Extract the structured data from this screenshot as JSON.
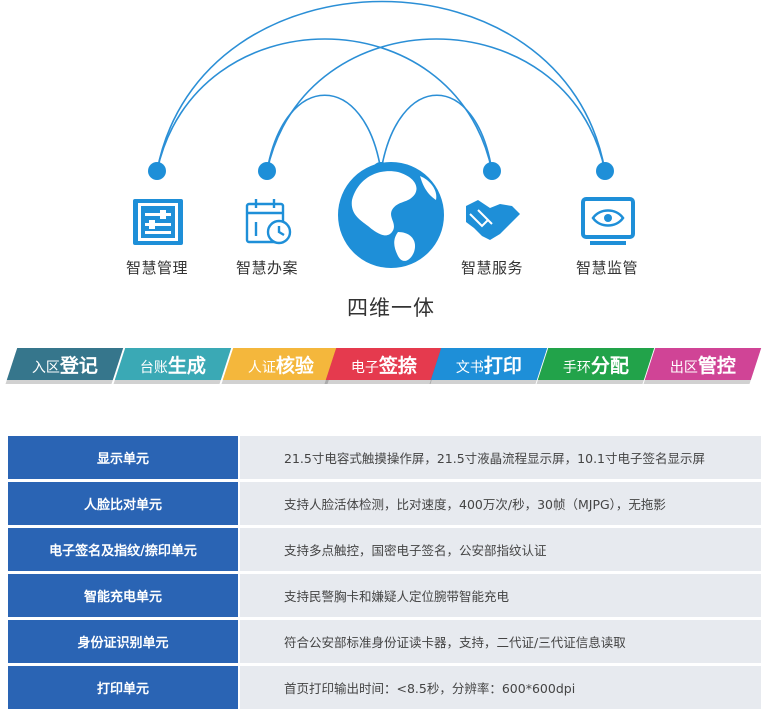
{
  "diagram": {
    "colors": {
      "primary_blue": "#1e8fd8",
      "line_blue": "#2b8fd6"
    },
    "nodes": [
      {
        "id": "entry",
        "label": "智慧管理",
        "icon": "sliders-panel-icon"
      },
      {
        "id": "office",
        "label": "智慧办案",
        "icon": "calendar-clock-icon"
      },
      {
        "id": "center",
        "label": "",
        "icon": "globe-icon"
      },
      {
        "id": "service",
        "label": "智慧服务",
        "icon": "handshake-icon"
      },
      {
        "id": "monitor",
        "label": "智慧监管",
        "icon": "eye-monitor-icon"
      }
    ],
    "center_label": "四维一体"
  },
  "steps": [
    {
      "small": "入区",
      "large": "登记",
      "color": "#36768c"
    },
    {
      "small": "台账",
      "large": "生成",
      "color": "#3aa9b5"
    },
    {
      "small": "人证",
      "large": "核验",
      "color": "#f4b73c"
    },
    {
      "small": "电子",
      "large": "签捺",
      "color": "#e53a4e"
    },
    {
      "small": "文书",
      "large": "打印",
      "color": "#1e8fd8"
    },
    {
      "small": "手环",
      "large": "分配",
      "color": "#22a34a"
    },
    {
      "small": "出区",
      "large": "管控",
      "color": "#d04496"
    }
  ],
  "specs": [
    {
      "name": "显示单元",
      "value": "21.5寸电容式触摸操作屏，21.5寸液晶流程显示屏，10.1寸电子签名显示屏"
    },
    {
      "name": "人脸比对单元",
      "value": "支持人脸活体检测，比对速度，400万次/秒，30帧（MJPG），无拖影"
    },
    {
      "name": "电子签名及指纹/捺印单元",
      "value": "支持多点触控，国密电子签名，公安部指纹认证"
    },
    {
      "name": "智能充电单元",
      "value": "支持民警胸卡和嫌疑人定位腕带智能充电"
    },
    {
      "name": "身份证识别单元",
      "value": "符合公安部标准身份证读卡器，支持，二代证/三代证信息读取"
    },
    {
      "name": "打印单元",
      "value": "首页打印输出时间：<8.5秒，分辨率：600*600dpi"
    }
  ]
}
